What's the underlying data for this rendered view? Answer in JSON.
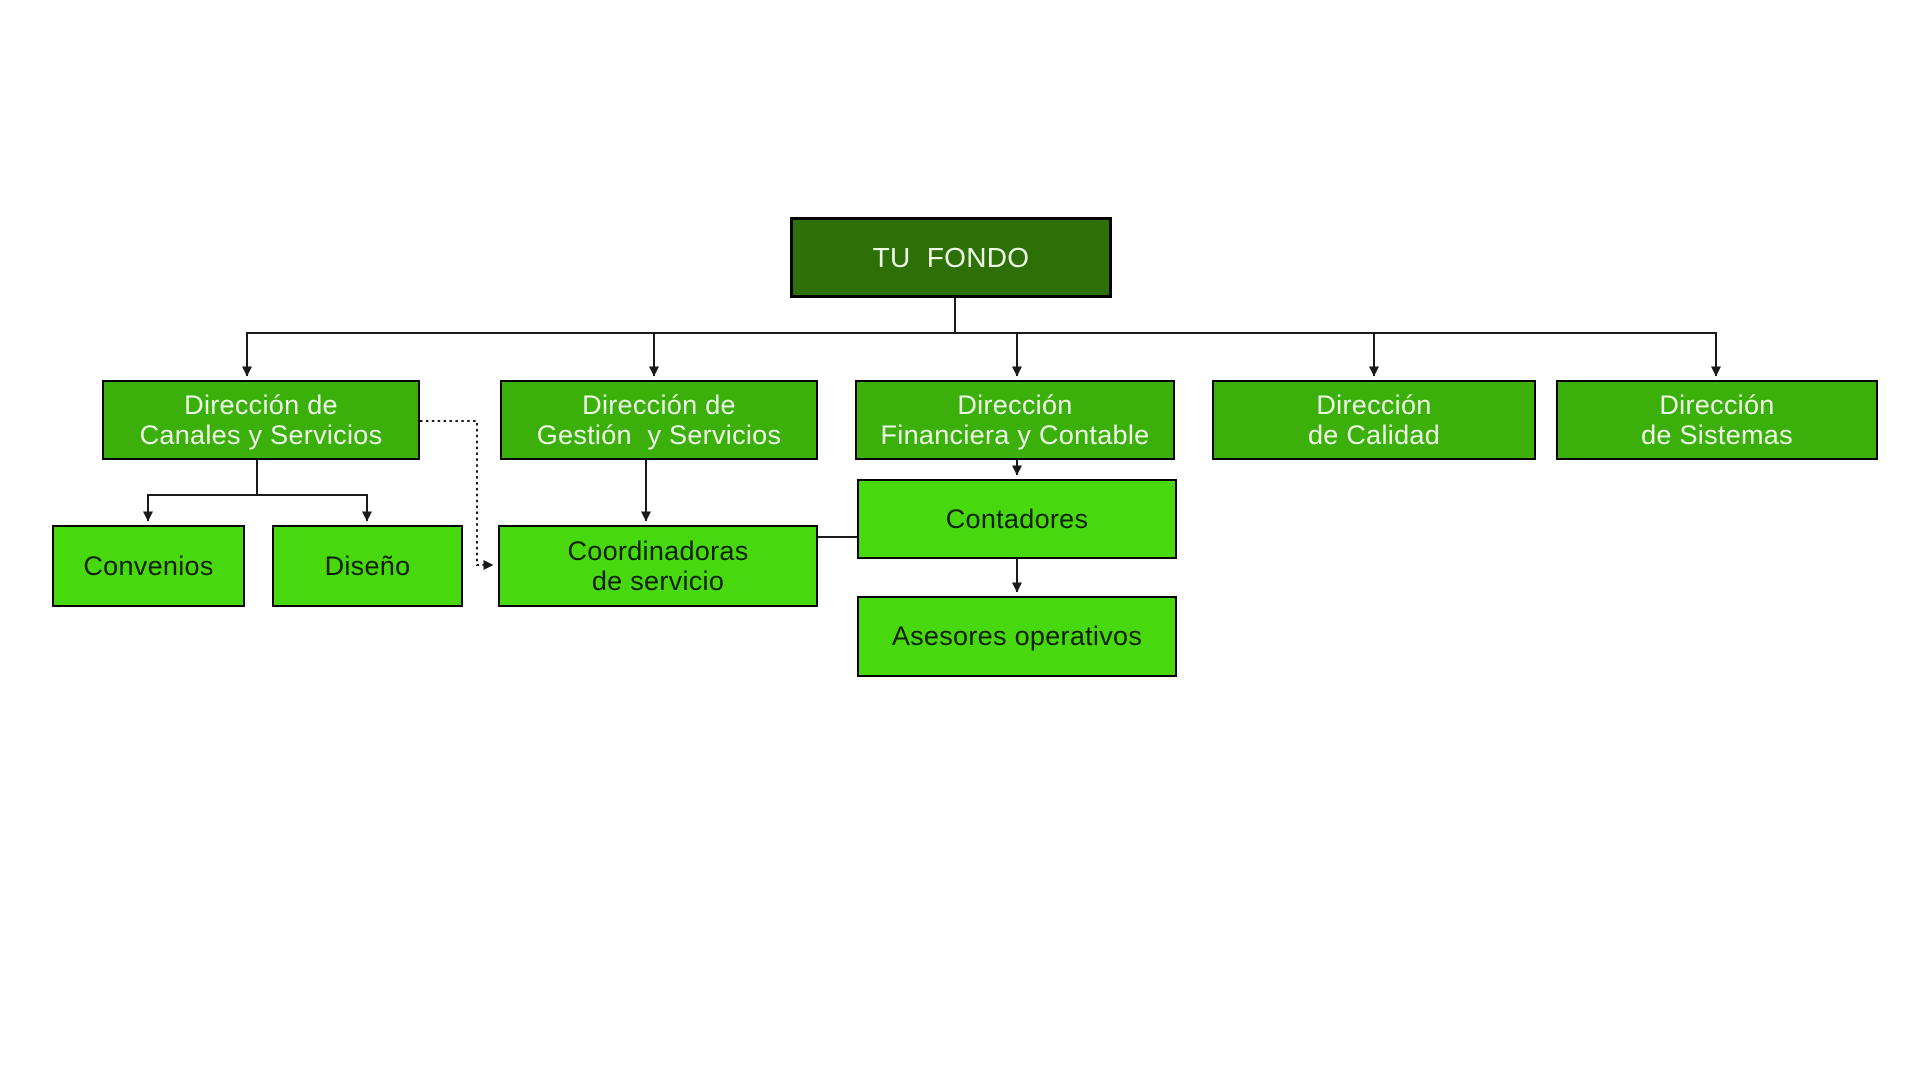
{
  "page": {
    "background": "#ffffff"
  },
  "diagram": {
    "type": "org-chart",
    "colors": {
      "root_fill": "#2d7106",
      "level1_fill": "#3bb00a",
      "level2_fill": "#47d90d",
      "light_text": "#eefae8",
      "dark_text": "#0b1f00",
      "line": "#1a1a1a"
    },
    "nodes": {
      "root": {
        "label": "TU  FONDO"
      },
      "canales": {
        "label": "Dirección de\nCanales y Servicios"
      },
      "gestion": {
        "label": "Dirección de\nGestión  y Servicios"
      },
      "financiera": {
        "label": "Dirección\nFinanciera y Contable"
      },
      "calidad": {
        "label": "Dirección\nde Calidad"
      },
      "sistemas": {
        "label": "Dirección\nde Sistemas"
      },
      "convenios": {
        "label": "Convenios"
      },
      "diseno": {
        "label": "Diseño"
      },
      "coordinadoras": {
        "label": "Coordinadoras\nde servicio"
      },
      "contadores": {
        "label": "Contadores"
      },
      "asesores": {
        "label": "Asesores operativos"
      }
    },
    "edges": [
      {
        "from": "TU  FONDO",
        "to": "Dirección de Canales y Servicios",
        "style": "solid-arrow"
      },
      {
        "from": "TU  FONDO",
        "to": "Dirección de Gestión  y Servicios",
        "style": "solid-arrow"
      },
      {
        "from": "TU  FONDO",
        "to": "Dirección Financiera y Contable",
        "style": "solid-arrow"
      },
      {
        "from": "TU  FONDO",
        "to": "Dirección de Calidad",
        "style": "solid-arrow"
      },
      {
        "from": "TU  FONDO",
        "to": "Dirección de Sistemas",
        "style": "solid-arrow"
      },
      {
        "from": "Dirección de Canales y Servicios",
        "to": "Convenios",
        "style": "solid-arrow"
      },
      {
        "from": "Dirección de Canales y Servicios",
        "to": "Diseño",
        "style": "solid-arrow"
      },
      {
        "from": "Dirección de Gestión  y Servicios",
        "to": "Coordinadoras de servicio",
        "style": "solid-arrow"
      },
      {
        "from": "Dirección de Canales y Servicios",
        "to": "Coordinadoras de servicio",
        "style": "dotted-arrow"
      },
      {
        "from": "Dirección Financiera y Contable",
        "to": "Contadores",
        "style": "solid-arrow"
      },
      {
        "from": "Contadores",
        "to": "Asesores operativos",
        "style": "solid-arrow"
      },
      {
        "from": "Coordinadoras de servicio",
        "to": "Contadores",
        "style": "solid-line"
      }
    ]
  }
}
